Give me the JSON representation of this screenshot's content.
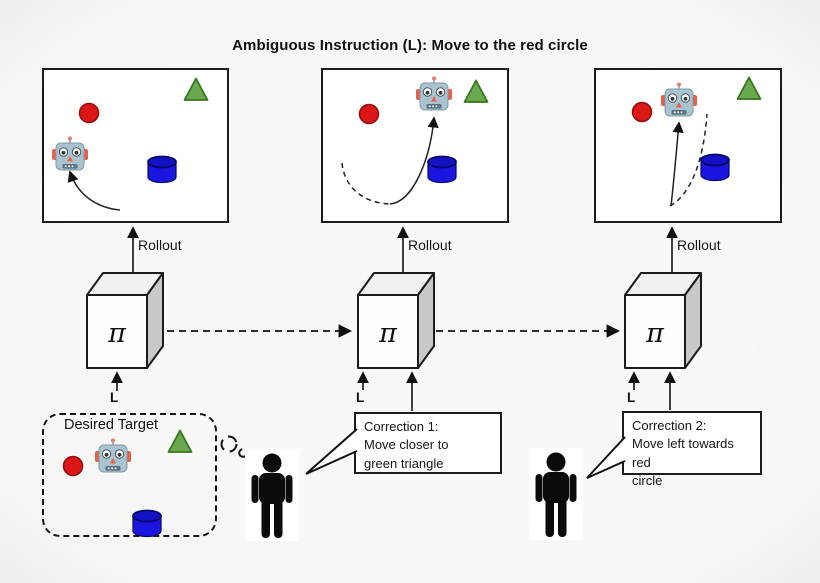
{
  "title": "Ambiguous Instruction (L): Move to the red circle",
  "panels": [
    {
      "rollout_label": "Rollout"
    },
    {
      "rollout_label": "Rollout"
    },
    {
      "rollout_label": "Rollout"
    }
  ],
  "policy": {
    "symbol": "π"
  },
  "instruction_labels": [
    "L",
    "L",
    "L"
  ],
  "desired_target": {
    "label": "Desired Target"
  },
  "corrections": [
    {
      "lines": [
        "Correction 1:",
        "Move closer to",
        "green triangle"
      ]
    },
    {
      "lines": [
        "Correction 2:",
        "Move left towards red",
        "circle"
      ]
    }
  ],
  "icons": {
    "robot": "robot-emoji-face",
    "person": "standing-person-silhouette",
    "red_circle": "red-circle-shape",
    "green_triangle": "green-triangle-shape",
    "blue_cylinder": "blue-cylinder-shape",
    "thought_bubble": "thought-bubble-circles",
    "arrowhead": "solid-black-arrowhead"
  },
  "colors": {
    "background": "#f5f5f4",
    "panel_background": "#ffffff",
    "outline": "#1c1c1c",
    "red_circle": "#dc1616",
    "red_circle_border": "#8f0f0f",
    "green_triangle": "#6aa84f",
    "green_triangle_border": "#38761d",
    "blue_cylinder": "#1a16e0",
    "blue_cylinder_top": "#1312c4",
    "blue_cylinder_border": "#07076a",
    "policy_box_side": "#c9c9c9",
    "policy_box_top": "#f1f1f1"
  }
}
